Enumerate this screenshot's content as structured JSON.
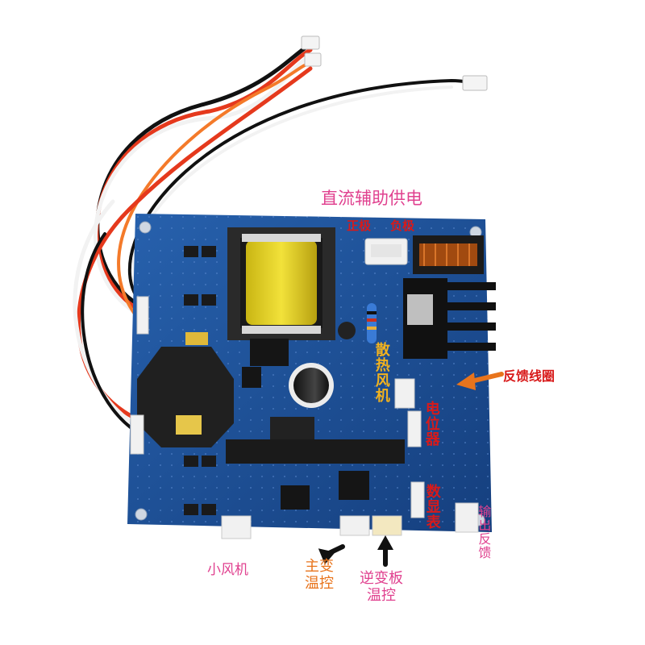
{
  "labels": {
    "dc_aux_supply": "直流辅助供电",
    "positive": "正极",
    "negative": "负极",
    "feedback_coil": "反馈线圈",
    "cooling_fan": "散热风机",
    "potentiometer": "电位器",
    "digital_display": "数显表",
    "output_feedback": "输出反馈",
    "small_fan": "小风机",
    "main_transformer_temp": "主变\n温控",
    "main_transformer_temp_l1": "主变",
    "main_transformer_temp_l2": "温控",
    "inverter_board_temp_l1": "逆变板",
    "inverter_board_temp_l2": "温控"
  },
  "colors": {
    "board": "#1c4f96",
    "label_pink": "#e0418f",
    "label_orange": "#e8741c",
    "label_red": "#d81a1a",
    "label_gold": "#f2b21e",
    "arrow_black": "#111111"
  }
}
